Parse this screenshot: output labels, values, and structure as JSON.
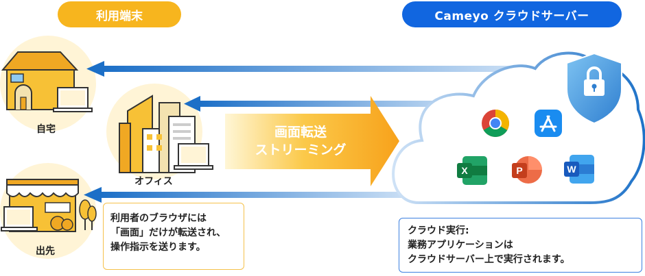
{
  "headers": {
    "devices": "利用端末",
    "cloud": "Cameyo クラウドサーバー"
  },
  "locations": {
    "home": "自宅",
    "office": "オフィス",
    "outside": "出先"
  },
  "streaming": {
    "line1": "画面転送",
    "line2": "ストリーミング"
  },
  "user_note": {
    "line1": "利用者のブラウザには",
    "line2": "「画面」だけが転送され、",
    "line3": "操作指示を送ります。"
  },
  "cloud_note": {
    "line1": "クラウド実行:",
    "line2": "業務アプリケーションは",
    "line3": "クラウドサーバー上で実行されます。"
  },
  "app_icons": {
    "chrome": "chrome-icon",
    "app_store": "app-store-icon",
    "excel": "excel-icon",
    "powerpoint": "powerpoint-icon",
    "word": "word-icon",
    "excel_letter": "X",
    "powerpoint_letter": "P",
    "word_letter": "W"
  },
  "colors": {
    "accent_yellow": "#F7B51E",
    "accent_blue": "#1166E0",
    "arrow_blue": "#1E72C8",
    "stream_orange": "#F7A21B"
  }
}
